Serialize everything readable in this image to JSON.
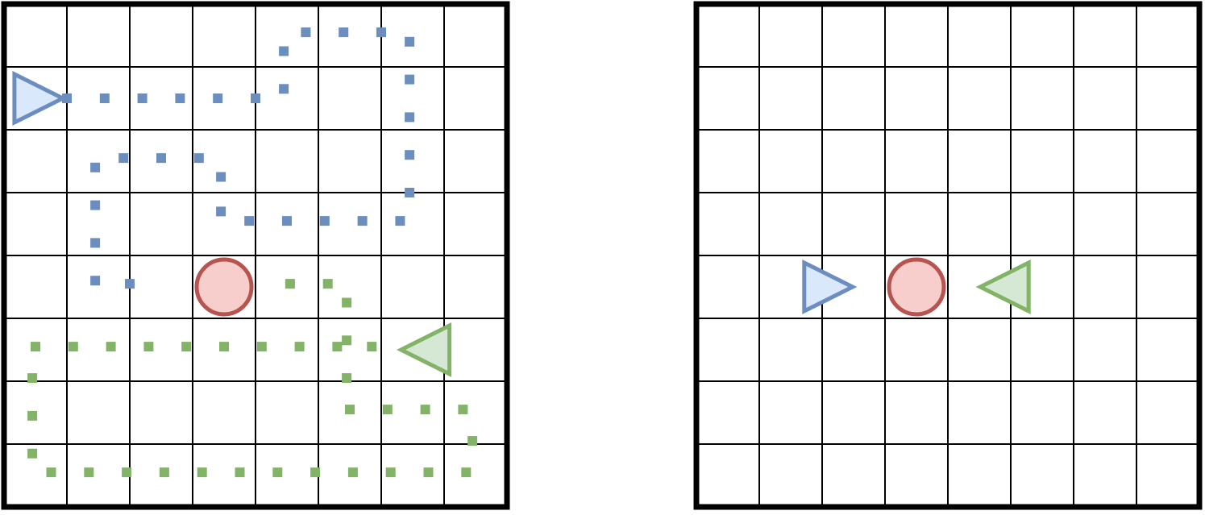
{
  "colors": {
    "grid_line": "#000000",
    "blue_fill": "#dae8fc",
    "blue_stroke": "#6c8ebf",
    "red_fill": "#f8cecc",
    "red_stroke": "#b85450",
    "green_fill": "#d5e8d4",
    "green_stroke": "#82b366"
  },
  "grids": [
    {
      "id": "left-grid",
      "rows": 8,
      "cols": 8
    },
    {
      "id": "right-grid",
      "rows": 8,
      "cols": 8
    }
  ],
  "left_panel": {
    "blue_agent": {
      "cell": [
        0,
        1
      ],
      "facing": "right"
    },
    "red_target": {
      "cell": [
        3.5,
        4.5
      ]
    },
    "green_agent": {
      "cell": [
        6.7,
        5.5
      ],
      "facing": "left"
    },
    "blue_path": [
      [
        1.0,
        1.5
      ],
      [
        1.6,
        1.5
      ],
      [
        2.2,
        1.5
      ],
      [
        2.8,
        1.5
      ],
      [
        3.4,
        1.5
      ],
      [
        4.0,
        1.5
      ],
      [
        4.45,
        1.35
      ],
      [
        4.45,
        0.75
      ],
      [
        4.8,
        0.45
      ],
      [
        5.4,
        0.45
      ],
      [
        6.0,
        0.45
      ],
      [
        6.45,
        0.6
      ],
      [
        6.45,
        1.2
      ],
      [
        6.45,
        1.8
      ],
      [
        6.45,
        2.4
      ],
      [
        6.45,
        3.0
      ],
      [
        6.3,
        3.45
      ],
      [
        5.7,
        3.45
      ],
      [
        5.1,
        3.45
      ],
      [
        4.5,
        3.45
      ],
      [
        3.9,
        3.45
      ],
      [
        3.45,
        3.3
      ],
      [
        3.45,
        2.75
      ],
      [
        3.1,
        2.45
      ],
      [
        2.5,
        2.45
      ],
      [
        1.9,
        2.45
      ],
      [
        1.45,
        2.6
      ],
      [
        1.45,
        3.2
      ],
      [
        1.45,
        3.8
      ],
      [
        1.45,
        4.4
      ],
      [
        2.0,
        4.45
      ]
    ],
    "green_path": [
      [
        5.85,
        5.45
      ],
      [
        5.3,
        5.45
      ],
      [
        4.7,
        5.45
      ],
      [
        4.1,
        5.45
      ],
      [
        3.5,
        5.45
      ],
      [
        2.9,
        5.45
      ],
      [
        2.3,
        5.45
      ],
      [
        1.7,
        5.45
      ],
      [
        1.1,
        5.45
      ],
      [
        0.5,
        5.45
      ],
      [
        0.45,
        5.95
      ],
      [
        0.45,
        6.55
      ],
      [
        0.45,
        7.15
      ],
      [
        0.75,
        7.45
      ],
      [
        1.35,
        7.45
      ],
      [
        1.95,
        7.45
      ],
      [
        2.55,
        7.45
      ],
      [
        3.15,
        7.45
      ],
      [
        3.75,
        7.45
      ],
      [
        4.35,
        7.45
      ],
      [
        4.95,
        7.45
      ],
      [
        5.55,
        7.45
      ],
      [
        6.15,
        7.45
      ],
      [
        6.75,
        7.45
      ],
      [
        7.35,
        7.45
      ],
      [
        7.45,
        6.95
      ],
      [
        7.3,
        6.45
      ],
      [
        6.7,
        6.45
      ],
      [
        6.1,
        6.45
      ],
      [
        5.5,
        6.45
      ],
      [
        5.45,
        5.95
      ],
      [
        5.45,
        5.35
      ],
      [
        5.45,
        4.75
      ],
      [
        5.15,
        4.45
      ],
      [
        4.55,
        4.45
      ]
    ]
  },
  "right_panel": {
    "blue_agent": {
      "cell": [
        2.1,
        4.5
      ],
      "facing": "right"
    },
    "red_target": {
      "cell": [
        3.5,
        4.5
      ]
    },
    "green_agent": {
      "cell": [
        4.9,
        4.5
      ],
      "facing": "left"
    }
  }
}
